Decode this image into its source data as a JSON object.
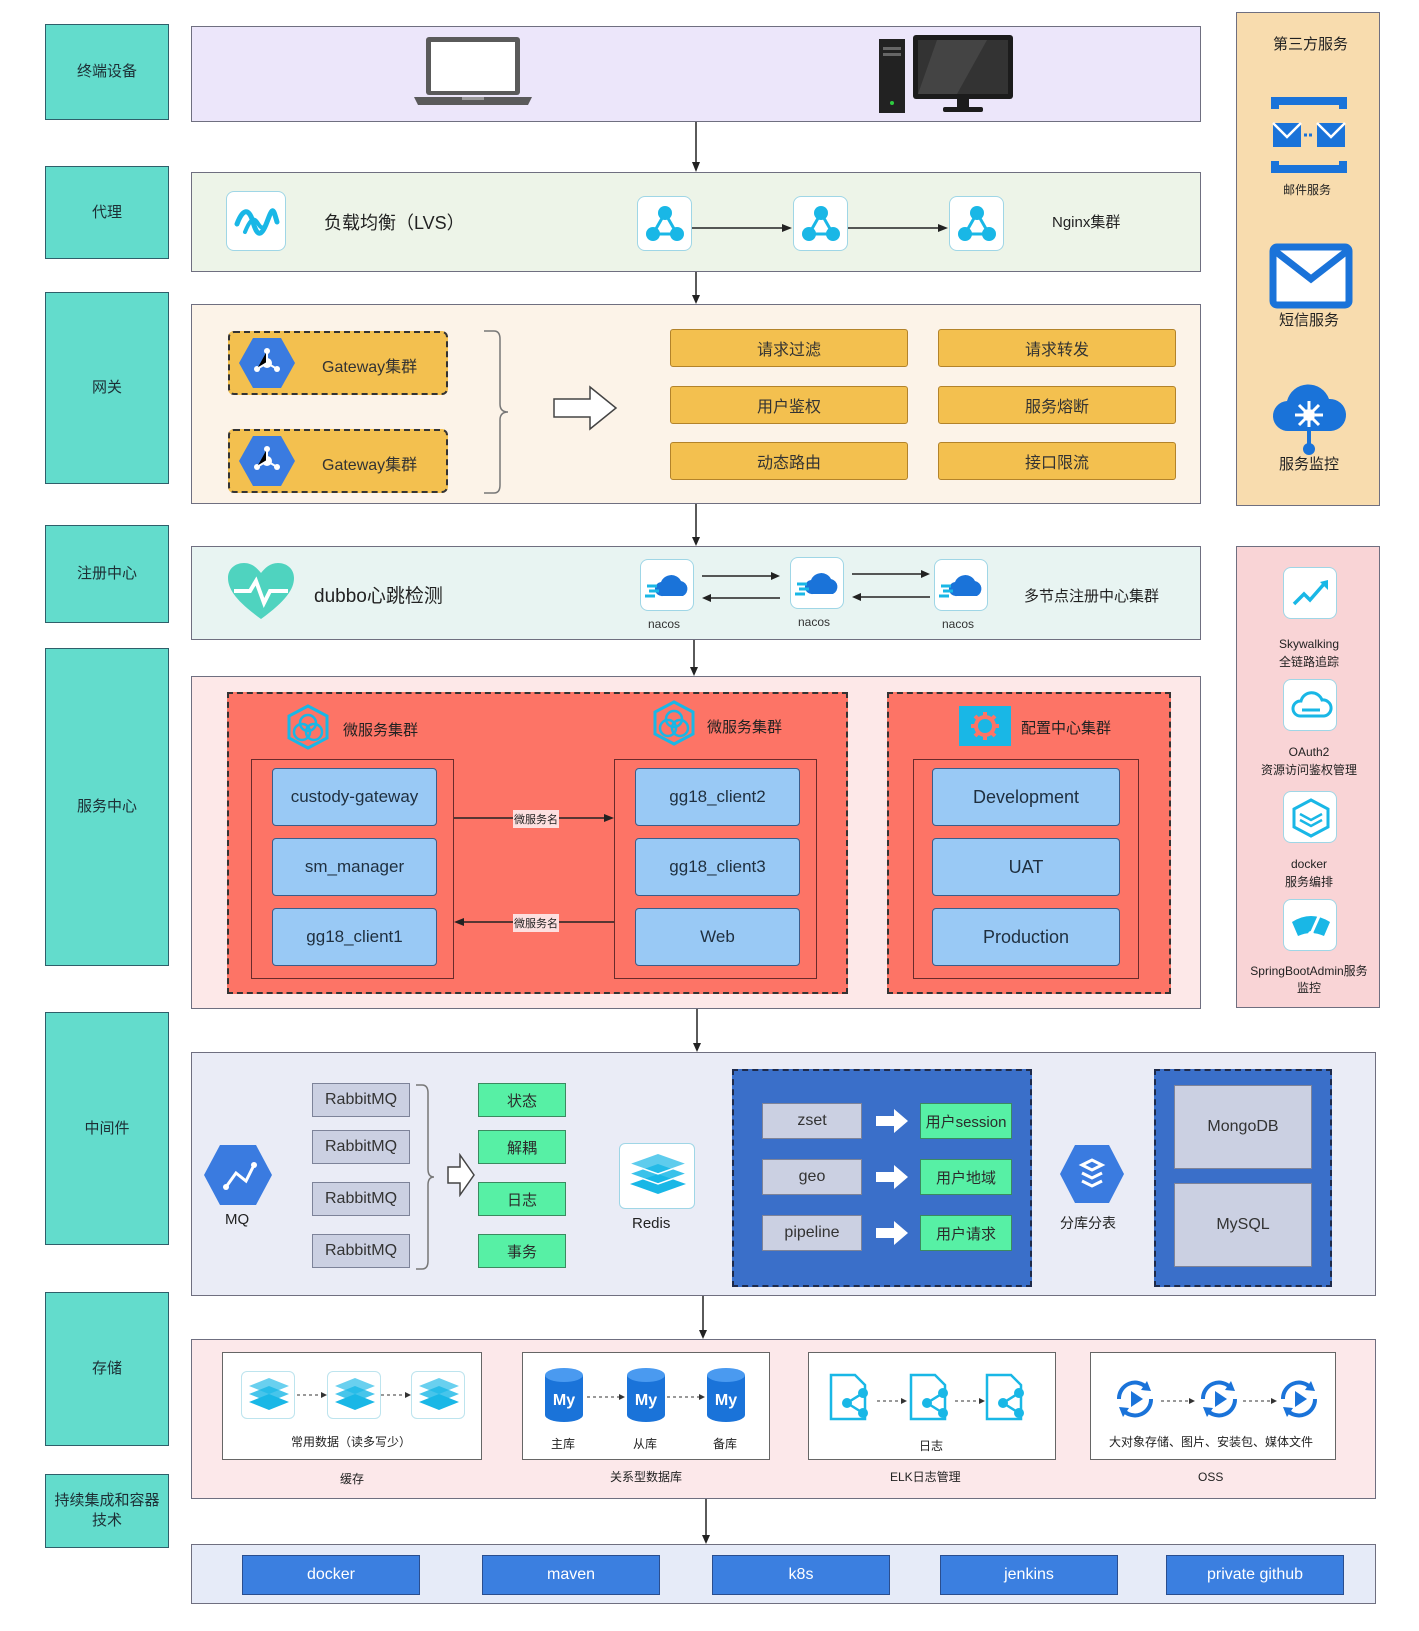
{
  "layers": {
    "terminal": "终端设备",
    "proxy": "代理",
    "gateway": "网关",
    "registry": "注册中心",
    "service_center": "服务中心",
    "middleware": "中间件",
    "storage": "存储",
    "ci": "持续集成和容器技术"
  },
  "proxy": {
    "lvs_label": "负载均衡（LVS）",
    "nginx_label": "Nginx集群"
  },
  "gateway": {
    "cluster1": "Gateway集群",
    "cluster2": "Gateway集群",
    "features": [
      "请求过滤",
      "请求转发",
      "用户鉴权",
      "服务熔断",
      "动态路由",
      "接口限流"
    ]
  },
  "registry": {
    "heartbeat": "dubbo心跳检测",
    "nodes": [
      "nacos",
      "nacos",
      "nacos"
    ],
    "cluster_label": "多节点注册中心集群"
  },
  "service_center": {
    "cluster1_title": "微服务集群",
    "cluster2_title": "微服务集群",
    "config_title": "配置中心集群",
    "left_services": [
      "custody-gateway",
      "sm_manager",
      "gg18_client1"
    ],
    "right_services": [
      "gg18_client2",
      "gg18_client3",
      "Web"
    ],
    "arrow_label_top": "微服务名",
    "arrow_label_bottom": "微服务名",
    "configs": [
      "Development",
      "UAT",
      "Production"
    ]
  },
  "middleware": {
    "mq_label": "MQ",
    "rabbit": [
      "RabbitMQ",
      "RabbitMQ",
      "RabbitMQ",
      "RabbitMQ"
    ],
    "mq_uses": [
      "状态",
      "解耦",
      "日志",
      "事务"
    ],
    "redis_label": "Redis",
    "redis_types": [
      "zset",
      "geo",
      "pipeline"
    ],
    "redis_uses": [
      "用户session",
      "用户地域",
      "用户请求"
    ],
    "sharding_label": "分库分表",
    "databases": [
      "MongoDB",
      "MySQL"
    ]
  },
  "storage": {
    "cache_caption": "常用数据（读多写少）",
    "cache_title": "缓存",
    "db_nodes": [
      "主库",
      "从库",
      "备库"
    ],
    "db_title": "关系型数据库",
    "elk_caption": "日志",
    "elk_title": "ELK日志管理",
    "oss_caption": "大对象存储、图片、安装包、媒体文件",
    "oss_title": "OSS"
  },
  "ci": {
    "tools": [
      "docker",
      "maven",
      "k8s",
      "jenkins",
      "private github"
    ]
  },
  "third_party": {
    "title": "第三方服务",
    "mail": "邮件服务",
    "sms": "短信服务",
    "monitor": "服务监控"
  },
  "monitoring": {
    "skywalking_1": "Skywalking",
    "skywalking_2": "全链路追踪",
    "oauth_1": "OAuth2",
    "oauth_2": "资源访问鉴权管理",
    "docker_1": "docker",
    "docker_2": "服务编排",
    "sba": "SpringBootAdmin服务监控"
  },
  "colors": {
    "layer_label": "#63dccc",
    "gateway_orange": "#f3c04f",
    "service_red": "#fd7466",
    "service_blue": "#99c9f5",
    "redis_blue": "#3a6fc9",
    "ci_blue": "#3b7fe0",
    "icon_cyan": "#19b7e6"
  }
}
